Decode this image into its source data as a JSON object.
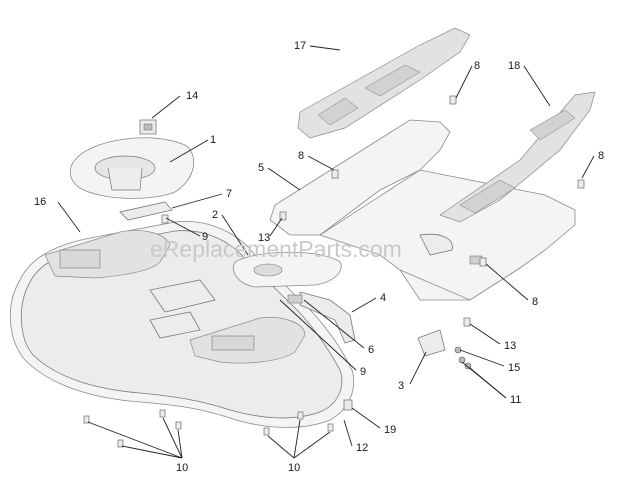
{
  "watermark": "eReplacementParts.com",
  "callouts": {
    "c1": "1",
    "c2": "2",
    "c3": "3",
    "c4": "4",
    "c5": "5",
    "c6": "6",
    "c7": "7",
    "c8a": "8",
    "c8b": "8",
    "c8c": "8",
    "c8d": "8",
    "c9a": "9",
    "c9b": "9",
    "c10a": "10",
    "c10b": "10",
    "c11": "11",
    "c12": "12",
    "c13a": "13",
    "c13b": "13",
    "c14": "14",
    "c15": "15",
    "c16": "16",
    "c17": "17",
    "c18": "18",
    "c19": "19"
  },
  "colors": {
    "line": "#222222",
    "part_fill": "#f4f4f4",
    "part_stroke": "#8a8a8a",
    "watermark": "#c9c9c9"
  }
}
